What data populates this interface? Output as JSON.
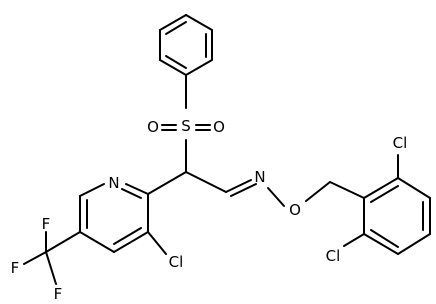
{
  "molecule": {
    "atom_labels": {
      "N_pyridine": "N",
      "Cl_pyridine": "Cl",
      "F_top": "F",
      "F_left": "F",
      "F_bottom": "F",
      "O_sulfonyl_left": "O",
      "S_sulfonyl": "S",
      "O_sulfonyl_right": "O",
      "N_oxime": "N",
      "O_oxime": "O",
      "Cl_benzyl_top": "Cl",
      "Cl_benzyl_bottom": "Cl"
    }
  }
}
